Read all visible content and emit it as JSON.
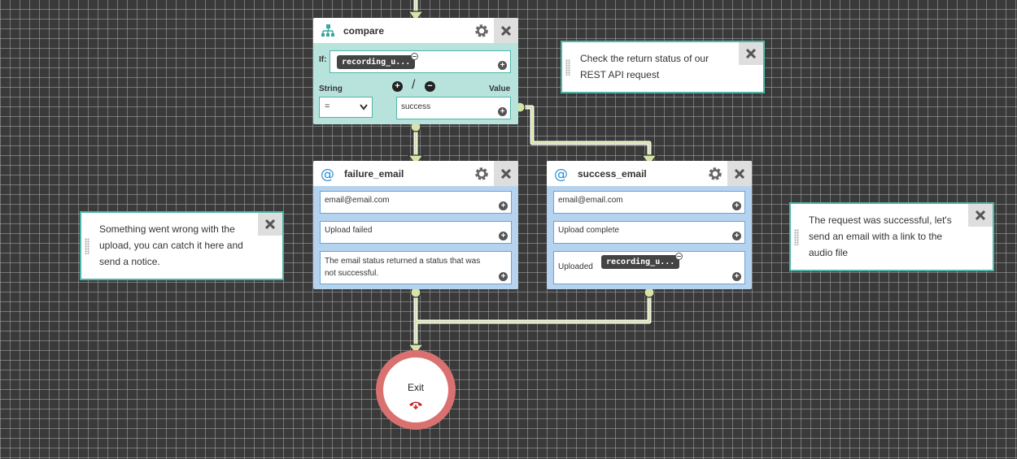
{
  "compare_node": {
    "title": "compare",
    "if_label": "If:",
    "if_variable": "recording_u...",
    "string_label": "String",
    "value_label": "Value",
    "operator": "=",
    "operator_separator": "/",
    "value": "success"
  },
  "failure_node": {
    "title": "failure_email",
    "to": "email@email.com",
    "subject": "Upload failed",
    "body": "The email status returned a status that was not successful."
  },
  "success_node": {
    "title": "success_email",
    "to": "email@email.com",
    "subject": "Upload complete",
    "body_prefix": "Uploaded",
    "body_variable": "recording_u..."
  },
  "notes": {
    "compare_note": "Check the return status of our REST API request",
    "failure_note": "Something went wrong with the upload, you can catch it here and send a notice.",
    "success_note": "The request was successful, let's send an email with a link to the audio file"
  },
  "exit_node": {
    "label": "Exit"
  },
  "colors": {
    "compare_bg": "#b8e3dc",
    "email_bg": "#b5d3ee",
    "wire": "#d3e4a6",
    "exit_ring": "#d97171",
    "hangup_icon": "#c62828"
  }
}
